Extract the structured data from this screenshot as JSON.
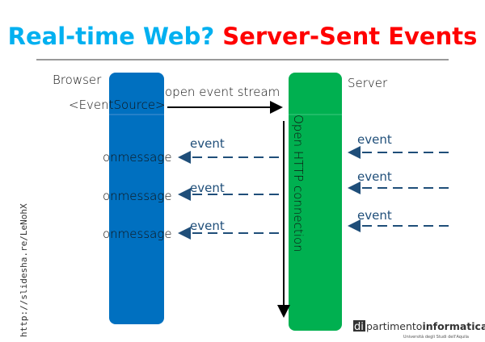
{
  "title": {
    "part1": "Real-time Web?",
    "part2": "Server-Sent Events",
    "color1": "#00b0f0",
    "color2": "#ff0000"
  },
  "browser": {
    "label": "Browser",
    "api": "<EventSource>",
    "color": "#0070c0"
  },
  "server": {
    "label": "Server",
    "color": "#00b050"
  },
  "request": {
    "label": "open event stream"
  },
  "connection": {
    "label": "Open HTTP connection"
  },
  "events": [
    {
      "server_label": "event",
      "client_label": "event",
      "handler": "onmessage"
    },
    {
      "server_label": "event",
      "client_label": "event",
      "handler": "onmessage"
    },
    {
      "server_label": "event",
      "client_label": "event",
      "handler": "onmessage"
    }
  ],
  "side_link": "http://slidesha.re/LeNohX",
  "logo": {
    "name": "dipartimentoinformatica",
    "sub": "Università degli Studi dell'Aquila"
  }
}
